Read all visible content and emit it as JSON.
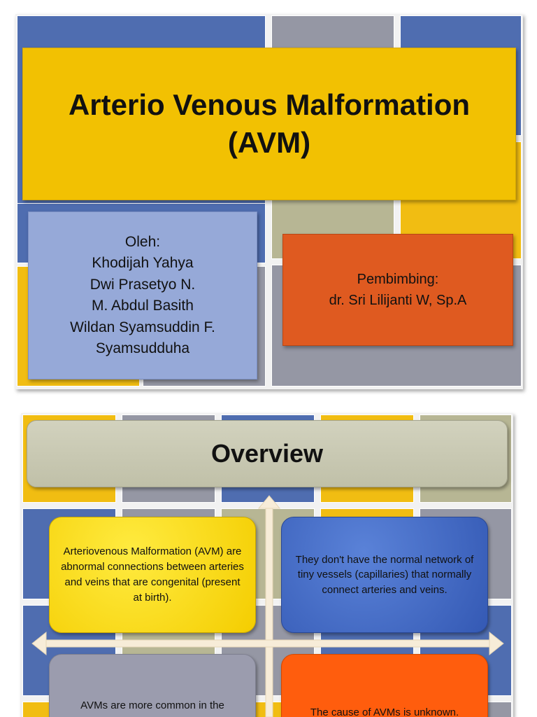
{
  "slide1": {
    "title_line1": "Arterio Venous Malformation",
    "title_line2": "(AVM)",
    "authors": {
      "heading": "Oleh:",
      "names": [
        "Khodijah Yahya",
        "Dwi Prasetyo N.",
        "M. Abdul Basith",
        "Wildan Syamsuddin F.",
        "Syamsudduha"
      ]
    },
    "advisor": {
      "heading": "Pembimbing:",
      "name": "dr. Sri Lilijanti W, Sp.A"
    }
  },
  "slide2": {
    "title": "Overview",
    "cards": {
      "top_left": "Arteriovenous Malformation (AVM) are abnormal connections between arteries and veins that are congenital (present at birth).",
      "top_right": "They don't have the normal network of tiny vessels (capillaries) that normally connect arteries and veins.",
      "bottom_left": "AVMs are more common in the",
      "bottom_right": "The cause of AVMs is unknown."
    }
  },
  "colors": {
    "title_yellow": "#f2c102",
    "authors_blue": "#96a9d8",
    "advisor_orange": "#df5a20",
    "overview_khaki": "#c8c8b2",
    "card_yellow": "#f4cd00",
    "card_blue": "#3459b4",
    "card_gray": "#9b9cae",
    "card_orange": "#ff5d0d",
    "cross_arrow": "#f7ecd8"
  }
}
